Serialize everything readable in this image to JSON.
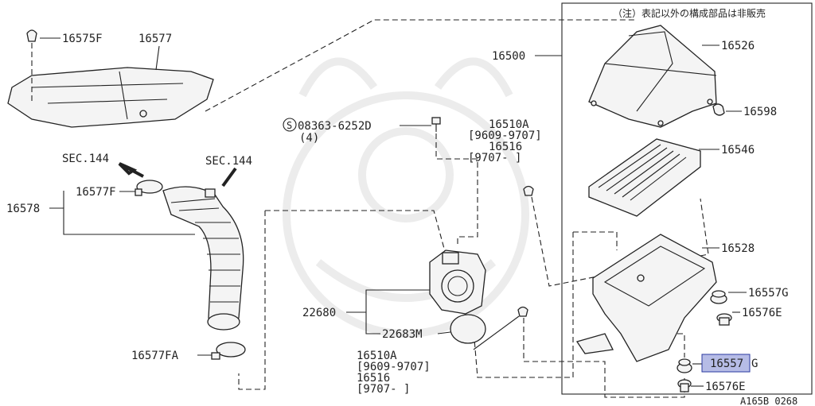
{
  "note": "（注）表記以外の構成部品は非販売",
  "drawing_code": "A165B 0268",
  "selected_part": "16557",
  "section_refs": {
    "sec1": "SEC.144",
    "sec2": "SEC.144"
  },
  "labels": {
    "p16575F": "16575F",
    "p16577": "16577",
    "p16500": "16500",
    "p16526": "16526",
    "p16598": "16598",
    "p16546": "16546",
    "p16528": "16528",
    "p16557G_a": "16557G",
    "p16576E_a": "16576E",
    "p16557G_b_num": "16557",
    "p16557G_b_suffix": "G",
    "p16576E_b": "16576E",
    "p16577F": "16577F",
    "p16578": "16578",
    "p16577FA": "16577FA",
    "p22680": "22680",
    "p22683M": "22683M",
    "bolt_code": "08363-6252D",
    "bolt_qty": "(4)",
    "bolt_symbol": "S",
    "grp_top_1": "16510A",
    "grp_top_2": "[9609-9707]",
    "grp_top_3": "16516",
    "grp_top_4": "[9707-      ]",
    "grp_bot_1": "16510A",
    "grp_bot_2": "[9609-9707]",
    "grp_bot_3": "16516",
    "grp_bot_4": "[9707-      ]"
  }
}
